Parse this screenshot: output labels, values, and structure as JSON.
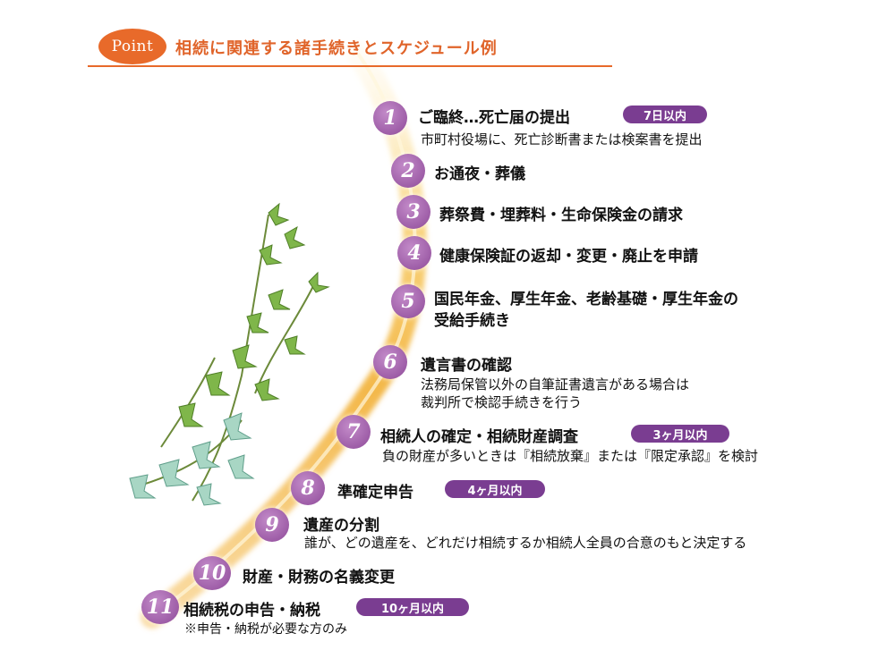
{
  "header": {
    "badge": "Point",
    "title": "相続に関連する諸手続きとスケジュール例"
  },
  "colors": {
    "accent": "#e86a2a",
    "step_circle": "#9a58a6",
    "badge": "#7a3d91",
    "arc": "#f6c24a"
  },
  "steps": [
    {
      "num": "1",
      "title": "ご臨終…死亡届の提出",
      "badge": "7日以内",
      "desc": [
        "市町村役場に、死亡診断書または検案書を提出"
      ]
    },
    {
      "num": "2",
      "title": "お通夜・葬儀",
      "badge": "",
      "desc": []
    },
    {
      "num": "3",
      "title": "葬祭費・埋葬料・生命保険金の請求",
      "badge": "",
      "desc": []
    },
    {
      "num": "4",
      "title": "健康保険証の返却・変更・廃止を申請",
      "badge": "",
      "desc": []
    },
    {
      "num": "5",
      "title": "国民年金、厚生年金、老齢基礎・厚生年金の",
      "title2": "受給手続き",
      "badge": "",
      "desc": []
    },
    {
      "num": "6",
      "title": "遺言書の確認",
      "badge": "",
      "desc": [
        "法務局保管以外の自筆証書遺言がある場合は",
        "裁判所で検認手続きを行う"
      ]
    },
    {
      "num": "7",
      "title": "相続人の確定・相続財産調査",
      "badge": "3ヶ月以内",
      "desc": [
        "負の財産が多いときは『相続放棄』または『限定承認』を検討"
      ]
    },
    {
      "num": "8",
      "title": "準確定申告",
      "badge": "4ヶ月以内",
      "desc": []
    },
    {
      "num": "9",
      "title": "遺産の分割",
      "badge": "",
      "desc": [
        "誰が、どの遺産を、どれだけ相続するか相続人全員の合意のもと決定する"
      ]
    },
    {
      "num": "10",
      "title": "財産・財務の名義変更",
      "badge": "",
      "desc": []
    },
    {
      "num": "11",
      "title": "相続税の申告・納税",
      "badge": "10ヶ月以内",
      "desc": [
        "※申告・納税が必要な方のみ"
      ]
    }
  ]
}
